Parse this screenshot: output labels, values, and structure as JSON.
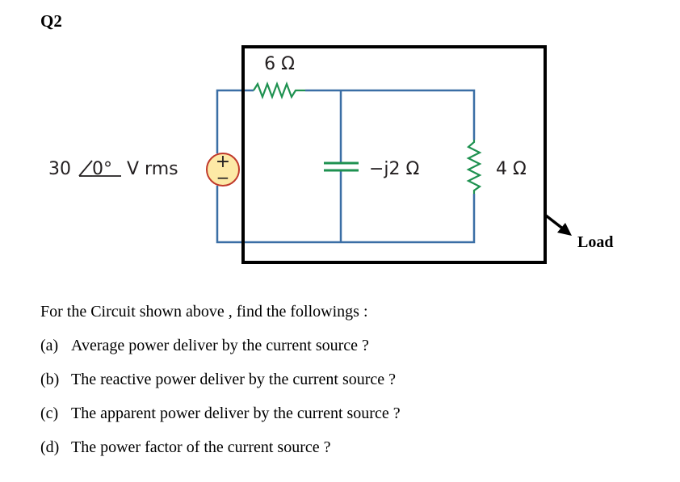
{
  "question": {
    "number": "Q2"
  },
  "circuit": {
    "source_label_magnitude": "30",
    "source_label_angle": "0°",
    "source_label_unit": "V rms",
    "source_plus": "+",
    "source_minus": "−",
    "series_resistor_label": "6 Ω",
    "capacitor_label": "−j2 Ω",
    "load_resistor_label": "4 Ω",
    "load_box_label": "Load",
    "colors": {
      "wire": "#3a6ea5",
      "component": "#1e9150",
      "source_fill": "#fde9a6",
      "source_stroke": "#c0392b",
      "box": "#000000"
    }
  },
  "text": {
    "intro": "For the Circuit shown above , find the followings :",
    "items": [
      {
        "tag": "(a)",
        "text": "Average power deliver by the current source ?"
      },
      {
        "tag": "(b)",
        "text": "The reactive power deliver by the current source ?"
      },
      {
        "tag": "(c)",
        "text": "The apparent power deliver by the current source ?"
      },
      {
        "tag": "(d)",
        "text": "The power factor of the current source ?"
      }
    ]
  }
}
